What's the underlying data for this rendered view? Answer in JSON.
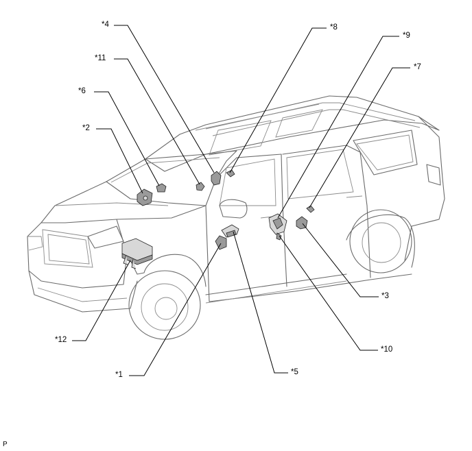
{
  "callouts": {
    "c1": "*1",
    "c2": "*2",
    "c3": "*3",
    "c4": "*4",
    "c5": "*5",
    "c6": "*6",
    "c7": "*7",
    "c8": "*8",
    "c9": "*9",
    "c10": "*10",
    "c11": "*11",
    "c12": "*12"
  },
  "corner_label": "P"
}
